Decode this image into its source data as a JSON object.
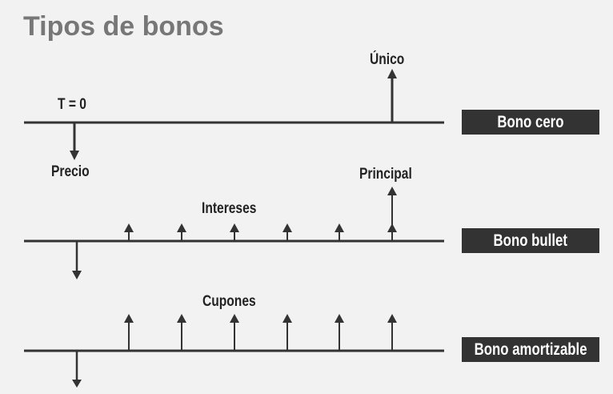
{
  "title": "Tipos de bonos",
  "colors": {
    "background": "#f2f2f2",
    "title": "#777777",
    "ink": "#333333",
    "label_box_text": "#ffffff"
  },
  "rows": [
    {
      "name": "Bono cero",
      "annotations": {
        "start": "T = 0",
        "outflow": "Precio",
        "inflow": "Único"
      }
    },
    {
      "name": "Bono bullet",
      "annotations": {
        "periodic": "Intereses",
        "final": "Principal"
      }
    },
    {
      "name": "Bono amortizable",
      "annotations": {
        "periodic": "Cupones"
      }
    }
  ]
}
